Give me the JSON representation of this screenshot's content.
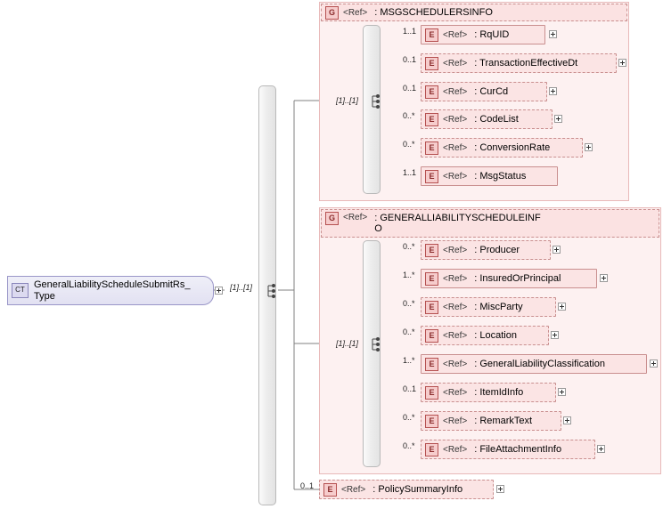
{
  "diagram": {
    "type": "xsd-schema-tree",
    "root": {
      "tag": "CT",
      "name": "GeneralLiabilityScheduleSubmitRs_\nType",
      "cardinality": "[1]..[1]"
    },
    "groups": [
      {
        "tag": "G",
        "ref": "<Ref>",
        "name": ": MSGSCHEDULERSINFO",
        "cardinality": "1..1",
        "inner_cardinality": "[1]..[1]",
        "children": [
          {
            "tag": "E",
            "ref": "<Ref>",
            "name": ": RqUID",
            "cardinality": "1..1",
            "expandable": true,
            "border": "solid"
          },
          {
            "tag": "E",
            "ref": "<Ref>",
            "name": ": TransactionEffectiveDt",
            "cardinality": "0..1",
            "expandable": true,
            "border": "dashed"
          },
          {
            "tag": "E",
            "ref": "<Ref>",
            "name": ": CurCd",
            "cardinality": "0..1",
            "expandable": true,
            "border": "dashed"
          },
          {
            "tag": "E",
            "ref": "<Ref>",
            "name": ": CodeList",
            "cardinality": "0..*",
            "expandable": true,
            "border": "dashed"
          },
          {
            "tag": "E",
            "ref": "<Ref>",
            "name": ": ConversionRate",
            "cardinality": "0..*",
            "expandable": true,
            "border": "dashed"
          },
          {
            "tag": "E",
            "ref": "<Ref>",
            "name": ": MsgStatus",
            "cardinality": "1..1",
            "expandable": false,
            "border": "solid"
          }
        ]
      },
      {
        "tag": "G",
        "ref": "<Ref>",
        "name": ": GENERALLIABILITYSCHEDULEINF\nO",
        "cardinality": "1..1",
        "inner_cardinality": "[1]..[1]",
        "children": [
          {
            "tag": "E",
            "ref": "<Ref>",
            "name": ": Producer",
            "cardinality": "0..*",
            "expandable": true,
            "border": "dashed"
          },
          {
            "tag": "E",
            "ref": "<Ref>",
            "name": ": InsuredOrPrincipal",
            "cardinality": "1..*",
            "expandable": true,
            "border": "solid"
          },
          {
            "tag": "E",
            "ref": "<Ref>",
            "name": ": MiscParty",
            "cardinality": "0..*",
            "expandable": true,
            "border": "dashed"
          },
          {
            "tag": "E",
            "ref": "<Ref>",
            "name": ": Location",
            "cardinality": "0..*",
            "expandable": true,
            "border": "dashed"
          },
          {
            "tag": "E",
            "ref": "<Ref>",
            "name": ": GeneralLiabilityClassification",
            "cardinality": "1..*",
            "expandable": true,
            "border": "solid"
          },
          {
            "tag": "E",
            "ref": "<Ref>",
            "name": ": ItemIdInfo",
            "cardinality": "0..1",
            "expandable": true,
            "border": "dashed"
          },
          {
            "tag": "E",
            "ref": "<Ref>",
            "name": ": RemarkText",
            "cardinality": "0..*",
            "expandable": true,
            "border": "dashed"
          },
          {
            "tag": "E",
            "ref": "<Ref>",
            "name": ": FileAttachmentInfo",
            "cardinality": "0..*",
            "expandable": true,
            "border": "dashed"
          }
        ]
      }
    ],
    "trailing_element": {
      "tag": "E",
      "ref": "<Ref>",
      "name": ": PolicySummaryInfo",
      "cardinality": "0..1",
      "expandable": true,
      "border": "dashed"
    }
  }
}
